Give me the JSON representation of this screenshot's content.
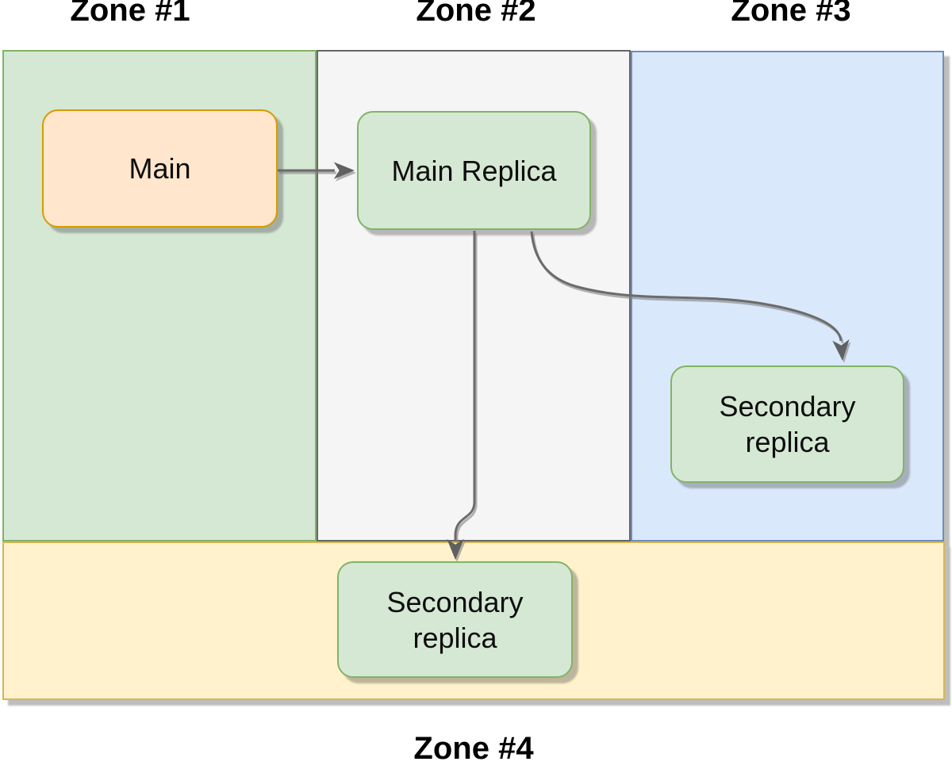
{
  "diagram": {
    "zones": [
      {
        "label": "Zone #1",
        "fill": "#d5e8d4",
        "border": "#82b366"
      },
      {
        "label": "Zone #2",
        "fill": "#f5f5f5",
        "border": "#666666"
      },
      {
        "label": "Zone #3",
        "fill": "#dae8fc",
        "border": "#6c8ebf"
      },
      {
        "label": "Zone #4",
        "fill": "#fff2cc",
        "border": "#d6b656"
      }
    ],
    "nodes": [
      {
        "label": "Main",
        "zone": "Zone #1",
        "fill": "#ffe6cc",
        "border": "#d79b00"
      },
      {
        "label": "Main Replica",
        "zone": "Zone #2",
        "fill": "#d5e8d4",
        "border": "#82b366"
      },
      {
        "label": "Secondary replica",
        "zone": "Zone #3",
        "fill": "#d5e8d4",
        "border": "#82b366"
      },
      {
        "label": "Secondary replica",
        "zone": "Zone #4",
        "fill": "#d5e8d4",
        "border": "#82b366"
      }
    ],
    "edges": [
      {
        "from": "Main",
        "to": "Main Replica"
      },
      {
        "from": "Main Replica",
        "to": "Secondary replica (Zone #3)"
      },
      {
        "from": "Main Replica",
        "to": "Secondary replica (Zone #4)"
      }
    ],
    "edge_color": "#6b6b6b"
  }
}
